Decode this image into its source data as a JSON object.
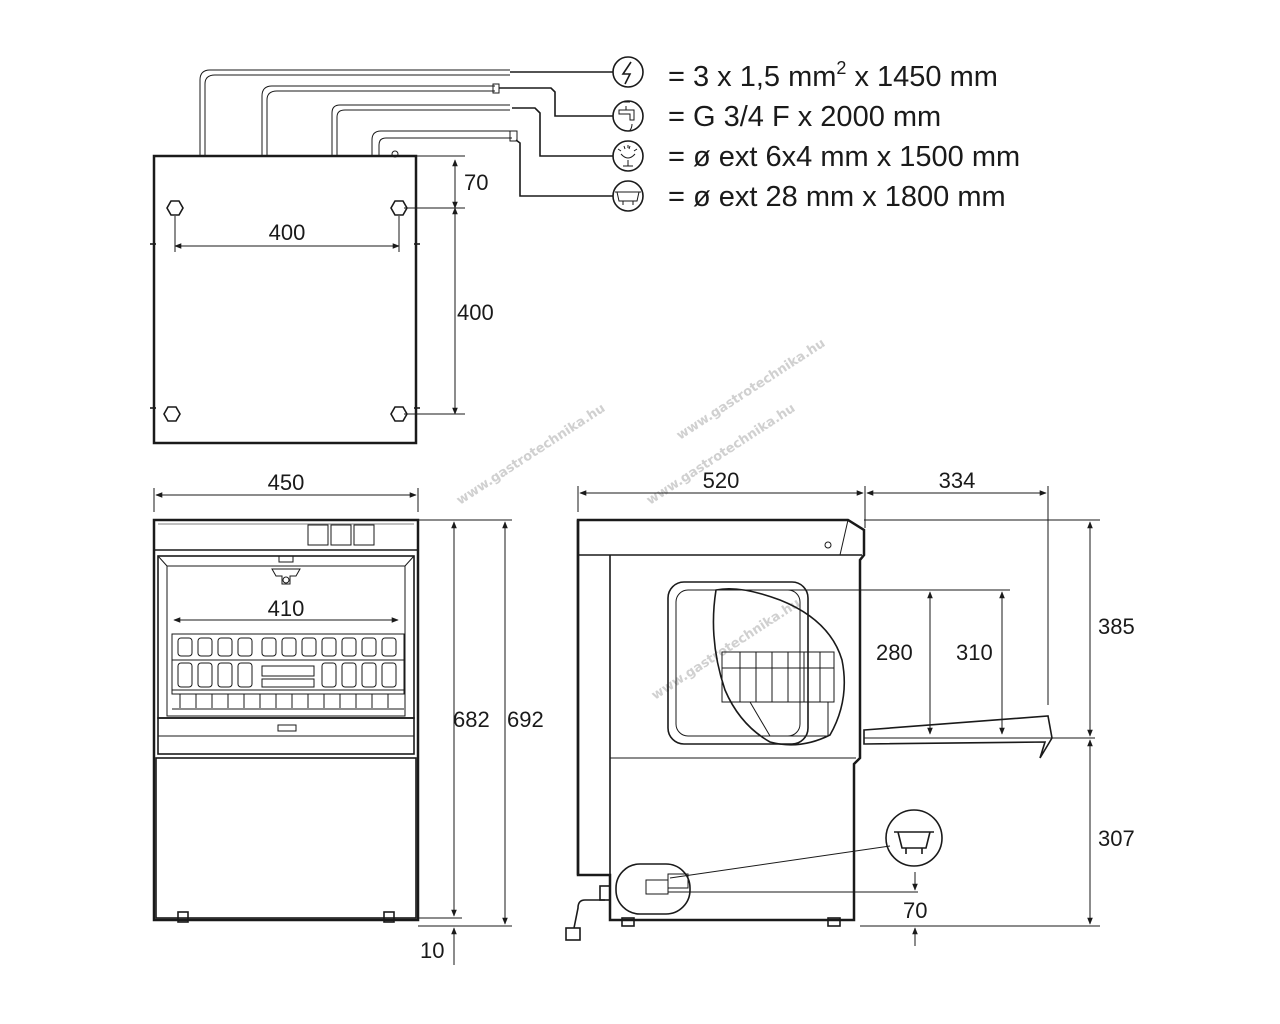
{
  "legend": {
    "power": {
      "icon": "lightning-icon",
      "text": "= 3 x 1,5 mm",
      "sup": "2",
      "tail": " x 1450 mm"
    },
    "water": {
      "icon": "water-tap-icon",
      "text": "= G 3/4 F x 2000 mm"
    },
    "detergent": {
      "icon": "detergent-icon",
      "text": "= ø ext 6x4 mm x 1500 mm"
    },
    "drain": {
      "icon": "drain-icon",
      "text": "= ø ext 28 mm x 1800 mm"
    }
  },
  "top_view": {
    "dim_70": "70",
    "dim_400_h": "400",
    "dim_400_v": "400"
  },
  "front_view": {
    "width": "450",
    "rack_width": "410",
    "h_682": "682",
    "h_692": "692",
    "foot": "10"
  },
  "side_view": {
    "depth": "520",
    "door_open": "334",
    "h_385": "385",
    "h_307": "307",
    "inner_280": "280",
    "inner_310": "310",
    "drain_70": "70"
  },
  "watermark": "www.gastrotechnika.hu"
}
